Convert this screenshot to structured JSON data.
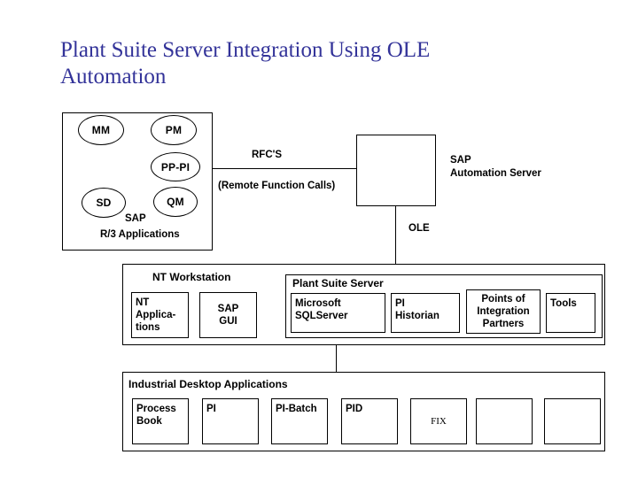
{
  "slide": {
    "title": "Plant Suite Server Integration Using OLE Automation",
    "background_color": "#ffffff",
    "title_color": "#333399",
    "line_color": "#000000"
  },
  "sap_r3": {
    "caption_line1": "SAP",
    "caption_line2": "R/3 Applications",
    "modules": [
      {
        "id": "mm",
        "label": "MM"
      },
      {
        "id": "pm",
        "label": "PM"
      },
      {
        "id": "pppi",
        "label": "PP-PI"
      },
      {
        "id": "sd",
        "label": "SD"
      },
      {
        "id": "qm",
        "label": "QM"
      }
    ]
  },
  "connectors": {
    "rfc_label": "RFC'S",
    "rfc_sublabel": "(Remote Function Calls)",
    "ole_label": "OLE"
  },
  "automation_server": {
    "label": "SAP\nAutomation Server",
    "box_label": ""
  },
  "nt_workstation": {
    "title": "NT Workstation",
    "items": [
      {
        "id": "nt-applications",
        "label": "NT\nApplica-\ntions",
        "align": "left"
      },
      {
        "id": "sap-gui",
        "label": "SAP\nGUI",
        "align": "center"
      }
    ]
  },
  "plant_suite_server": {
    "title": "Plant Suite Server",
    "items": [
      {
        "id": "microsoft-sqlserver",
        "label": "Microsoft\nSQLServer",
        "align": "left"
      },
      {
        "id": "pi-historian",
        "label": "PI\nHistorian",
        "align": "left"
      },
      {
        "id": "points-of-integration-partners",
        "label": "Points of\nIntegration\nPartners",
        "align": "center"
      },
      {
        "id": "tools",
        "label": "Tools",
        "align": "left"
      }
    ]
  },
  "industrial_desktop": {
    "title": "Industrial Desktop Applications",
    "items": [
      {
        "id": "process-book",
        "label": "Process\nBook"
      },
      {
        "id": "pi",
        "label": "PI"
      },
      {
        "id": "pi-batch",
        "label": "PI-Batch"
      },
      {
        "id": "pid",
        "label": "PID"
      },
      {
        "id": "fix",
        "label": "FIX"
      },
      {
        "id": "empty-1",
        "label": ""
      },
      {
        "id": "empty-2",
        "label": ""
      }
    ]
  }
}
